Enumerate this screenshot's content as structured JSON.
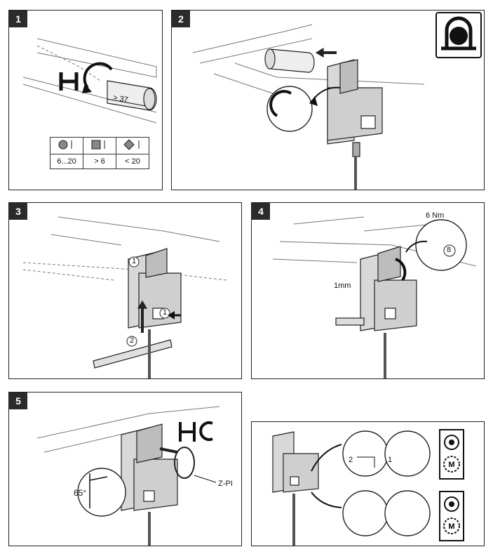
{
  "panels": {
    "p1": {
      "number": "1",
      "dimension": "> 37",
      "table": {
        "values": [
          "6...20",
          "> 6",
          "< 20"
        ]
      }
    },
    "p2": {
      "number": "2"
    },
    "p3": {
      "number": "3",
      "step1": "1",
      "step2": "2",
      "step1b": "1"
    },
    "p4": {
      "number": "4",
      "torque": "6 Nm",
      "wrench": "8",
      "gap": "1mm"
    },
    "p5": {
      "number": "5",
      "angle": "65°",
      "part": "Z-PI"
    },
    "p6": {
      "step2": "2",
      "step1": "1"
    }
  },
  "icons": [
    "motor-damper-icon",
    "manual-override-icon",
    "motor-gear-icon"
  ],
  "colors": {
    "frame": "#222222",
    "badge": "#2b2b2b",
    "motorGray": "#bdbdbd"
  }
}
